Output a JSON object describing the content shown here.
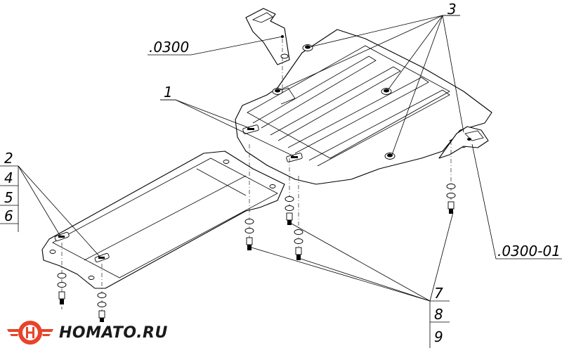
{
  "labels": {
    "part_main": ".0300",
    "part_variant": ".0300-01",
    "item_1": "1",
    "item_2": "2",
    "item_3": "3",
    "item_4": "4",
    "item_5": "5",
    "item_6": "6",
    "item_7": "7",
    "item_8": "8",
    "item_9": "9"
  },
  "watermark": {
    "text": "HOMATO.RU"
  }
}
